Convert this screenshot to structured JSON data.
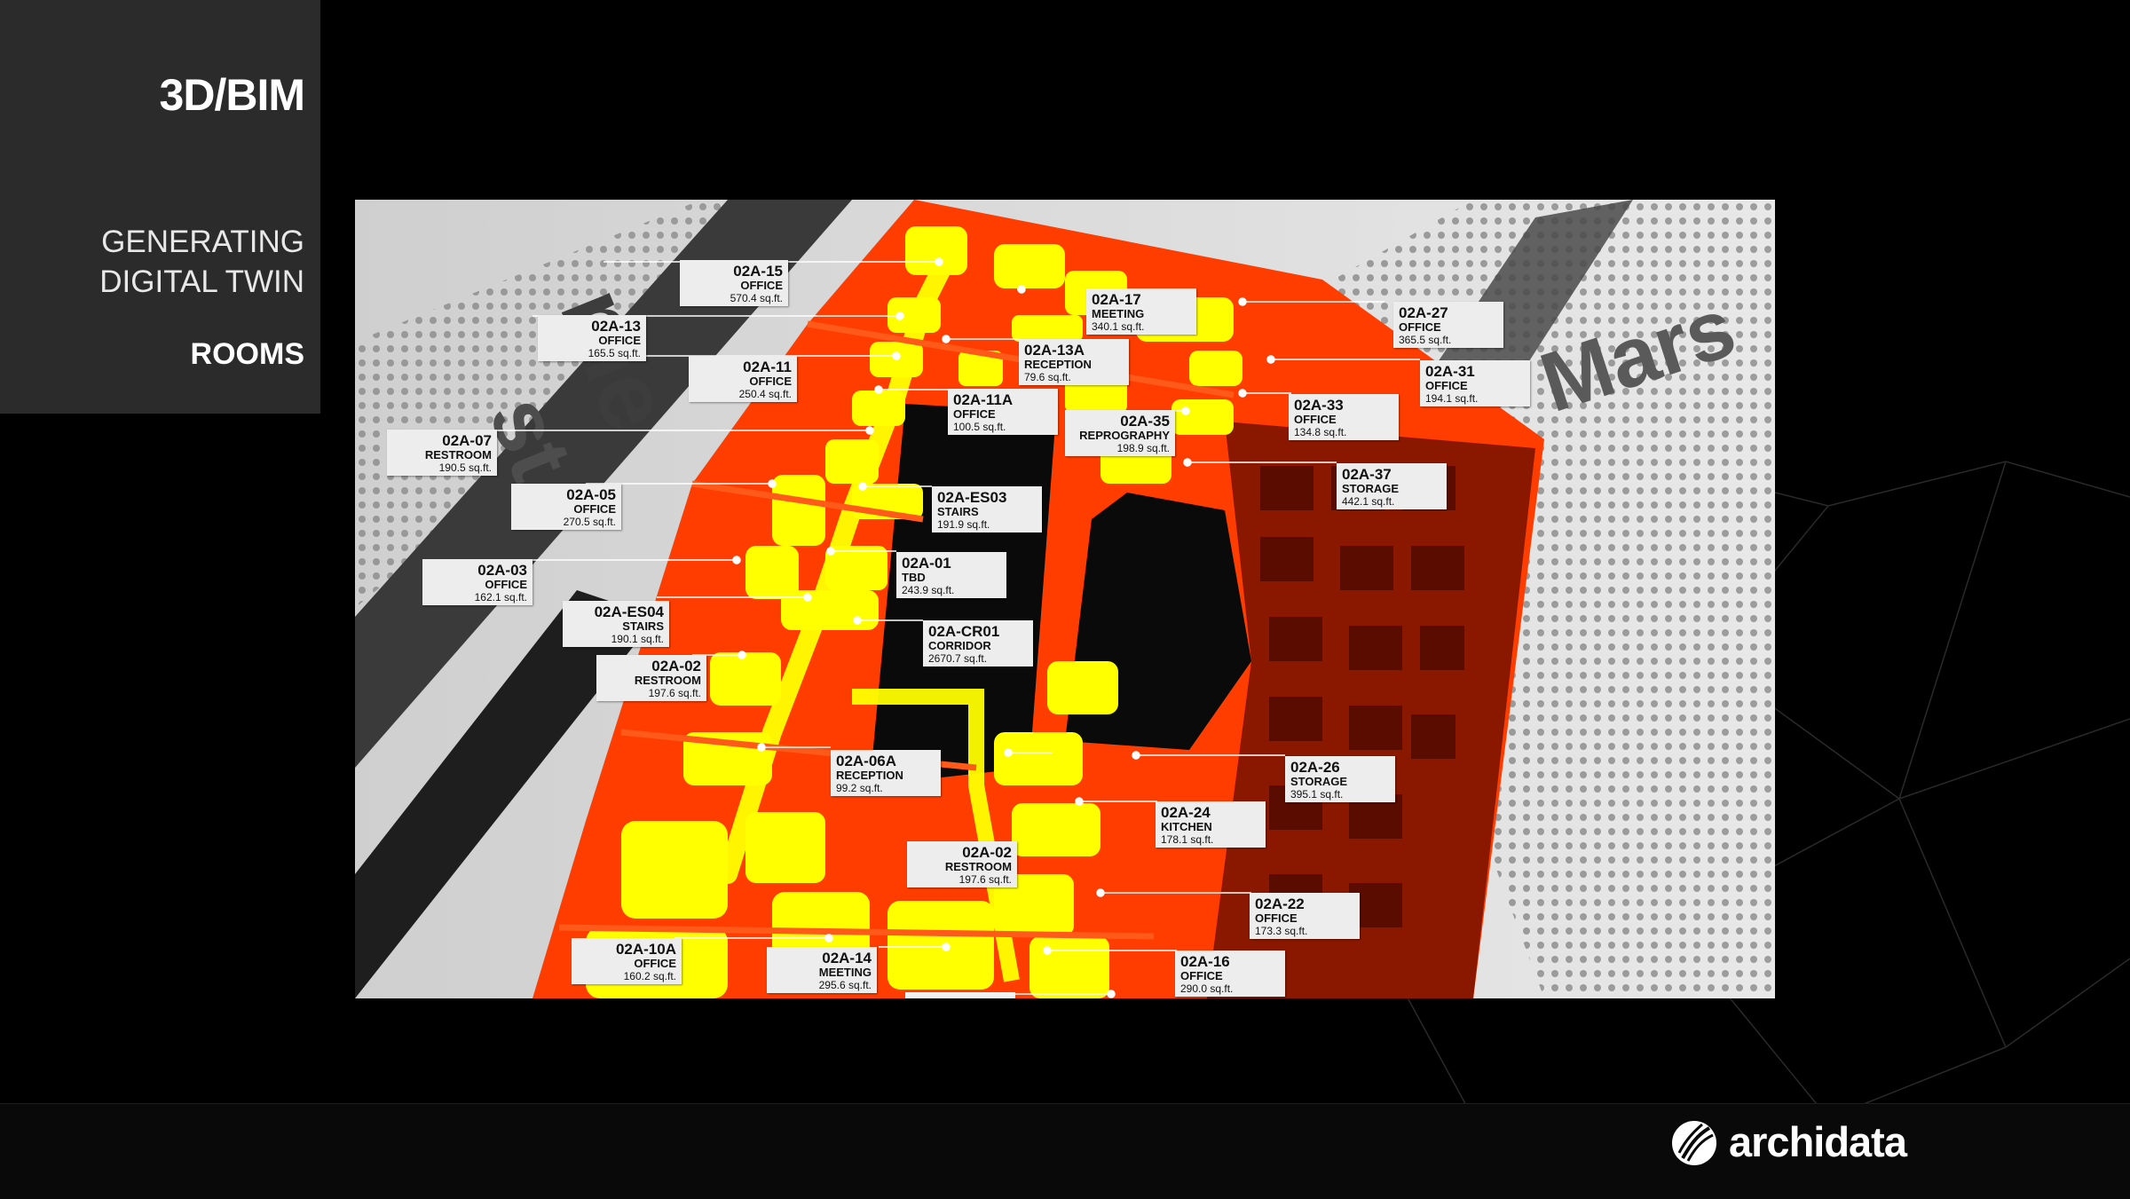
{
  "sidebar": {
    "title": "3D/BIM",
    "subtitle_line1": "GENERATING",
    "subtitle_line2": "DIGITAL TWIN",
    "section": "ROOMS"
  },
  "brand": {
    "name": "archidata"
  },
  "map_text": {
    "street_left": "me",
    "street_left2": "st",
    "street_right": "Mars"
  },
  "colors": {
    "room_fill": "#ffff00",
    "wall": "#ff3d00",
    "wall_dark": "#7a1200",
    "panel": "#2b2b2b"
  },
  "rooms": [
    {
      "id": "02A-15",
      "type": "OFFICE",
      "area": "570.4 sq.ft."
    },
    {
      "id": "02A-13",
      "type": "OFFICE",
      "area": "165.5 sq.ft."
    },
    {
      "id": "02A-11",
      "type": "OFFICE",
      "area": "250.4 sq.ft."
    },
    {
      "id": "02A-07",
      "type": "RESTROOM",
      "area": "190.5 sq.ft."
    },
    {
      "id": "02A-05",
      "type": "OFFICE",
      "area": "270.5 sq.ft."
    },
    {
      "id": "02A-03",
      "type": "OFFICE",
      "area": "162.1 sq.ft."
    },
    {
      "id": "02A-ES04",
      "type": "STAIRS",
      "area": "190.1 sq.ft."
    },
    {
      "id": "02A-02",
      "type": "RESTROOM",
      "area": "197.6 sq.ft."
    },
    {
      "id": "02A-10A",
      "type": "OFFICE",
      "area": "160.2 sq.ft."
    },
    {
      "id": "02A-14",
      "type": "MEETING",
      "area": "295.6 sq.ft."
    },
    {
      "id": "02A-17",
      "type": "MEETING",
      "area": "340.1 sq.ft."
    },
    {
      "id": "02A-13A",
      "type": "RECEPTION",
      "area": "79.6 sq.ft."
    },
    {
      "id": "02A-11A",
      "type": "OFFICE",
      "area": "100.5 sq.ft."
    },
    {
      "id": "02A-35",
      "type": "REPROGRAPHY",
      "area": "198.9 sq.ft."
    },
    {
      "id": "02A-ES03",
      "type": "STAIRS",
      "area": "191.9 sq.ft."
    },
    {
      "id": "02A-01",
      "type": "TBD",
      "area": "243.9 sq.ft."
    },
    {
      "id": "02A-CR01",
      "type": "CORRIDOR",
      "area": "2670.7 sq.ft."
    },
    {
      "id": "02A-06A",
      "type": "RECEPTION",
      "area": "99.2 sq.ft."
    },
    {
      "id": "02A-02",
      "type": "RESTROOM",
      "area": "197.6 sq.ft."
    },
    {
      "id": "02A-27",
      "type": "OFFICE",
      "area": "365.5 sq.ft."
    },
    {
      "id": "02A-31",
      "type": "OFFICE",
      "area": "194.1 sq.ft."
    },
    {
      "id": "02A-33",
      "type": "OFFICE",
      "area": "134.8 sq.ft."
    },
    {
      "id": "02A-37",
      "type": "STORAGE",
      "area": "442.1 sq.ft."
    },
    {
      "id": "02A-26",
      "type": "STORAGE",
      "area": "395.1 sq.ft."
    },
    {
      "id": "02A-24",
      "type": "KITCHEN",
      "area": "178.1 sq.ft."
    },
    {
      "id": "02A-22",
      "type": "OFFICE",
      "area": "173.3 sq.ft."
    },
    {
      "id": "02A-16",
      "type": "OFFICE",
      "area": "290.0 sq.ft."
    }
  ]
}
